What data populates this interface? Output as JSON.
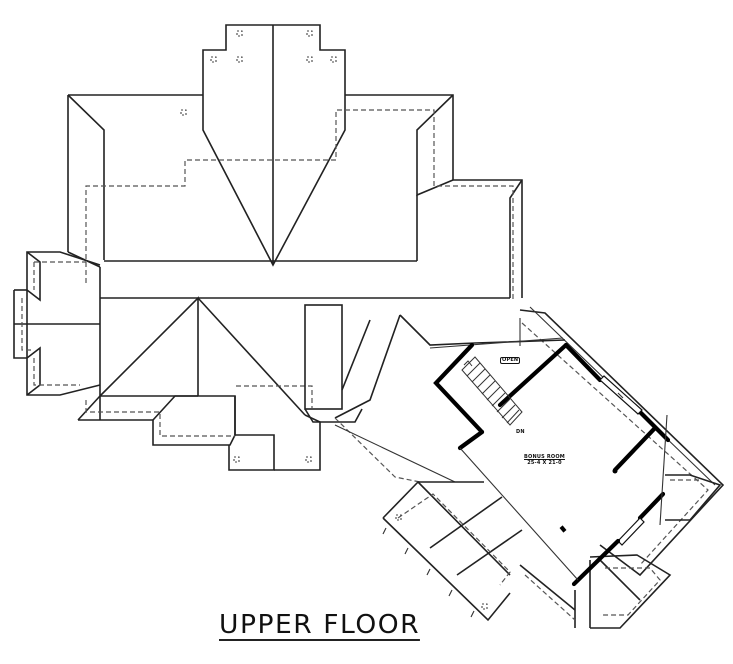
{
  "drawing": {
    "title": "UPPER FLOOR",
    "type": "roof / upper floor plan",
    "line_color": "#222222",
    "background": "#ffffff"
  },
  "rooms": [
    {
      "name": "BONUS ROOM",
      "dimensions": "25-4 X 21-0"
    }
  ],
  "annotations": {
    "open_label": "OPEN",
    "stair_direction": "DN"
  },
  "elements": {
    "staircase": "stair-down",
    "roof_skylights_count": 10,
    "downspouts": "exterior-gutters"
  }
}
